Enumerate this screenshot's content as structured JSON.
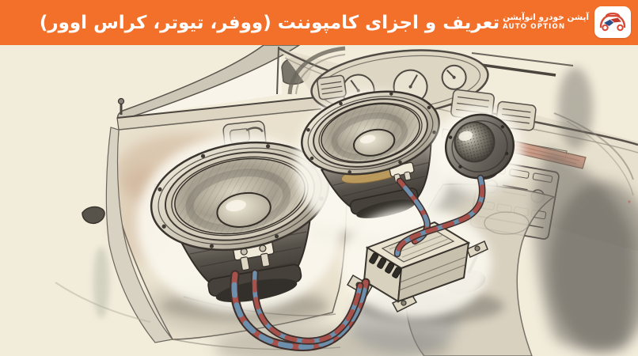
{
  "header": {
    "title": "تعریف و اجزای کامپوننت (ووفر، تیوتر، کراس اوور)",
    "logo": {
      "brand_fa": "آپشن خودرو اتوآپشن",
      "brand_en": "AUTO OPTION"
    },
    "colors": {
      "background": "#F3702B",
      "text": "#FFFFFF"
    }
  },
  "illustration": {
    "style": "colored-pencil sketch of car interior",
    "elements": [
      "car-door-interior",
      "door-window",
      "side-mirror",
      "door-lock-pin",
      "door-handle",
      "dashboard",
      "instrument-cluster",
      "air-vents",
      "radio-head-unit",
      "wood-trim",
      "center-console",
      "large-woofer",
      "medium-woofer",
      "dome-tweeter",
      "crossover-box",
      "twisted-red-blue-wires"
    ],
    "colors": {
      "paper": "#F2ECDB",
      "pencil": "#57524A",
      "wire_red": "#A8514B",
      "wire_blue": "#6D8FAC",
      "spider_yellow": "#CAA45F"
    }
  }
}
